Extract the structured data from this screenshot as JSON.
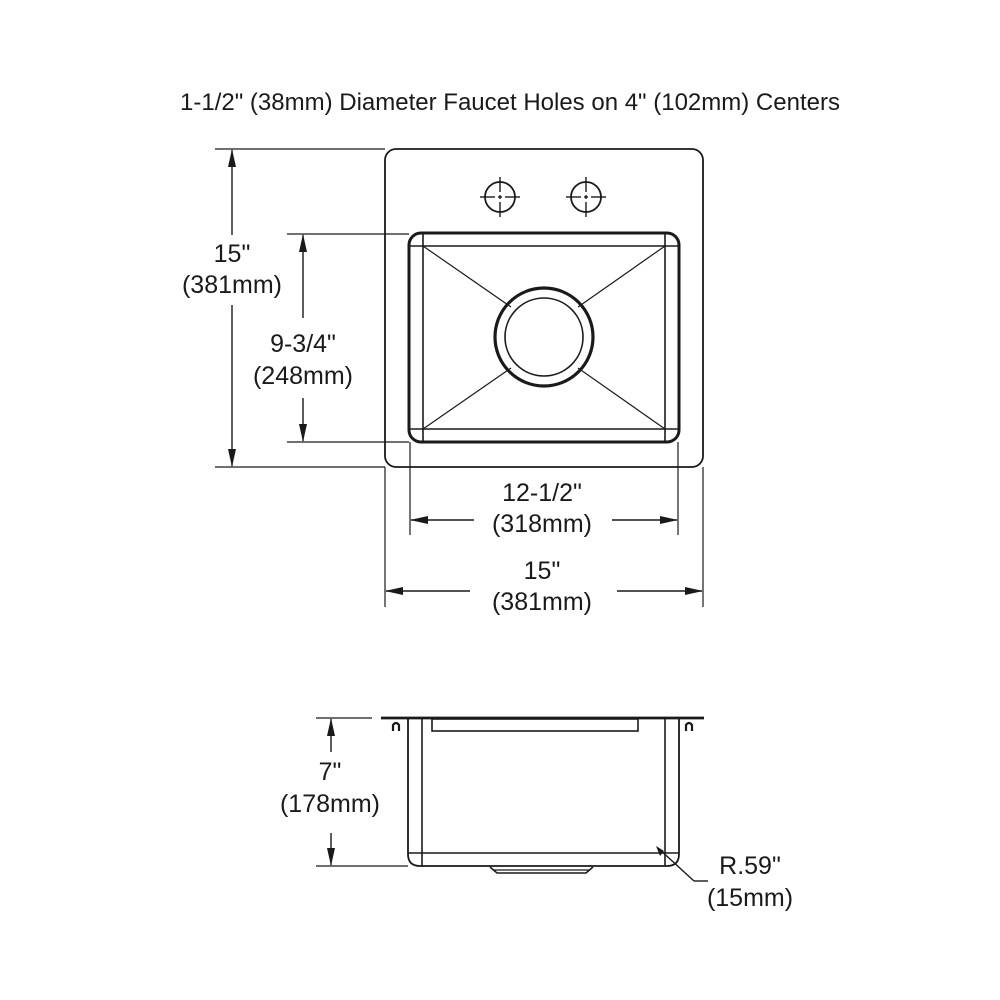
{
  "title": "1-1/2\" (38mm) Diameter Faucet Holes on 4\" (102mm) Centers",
  "top_view": {
    "overall_height": {
      "imperial": "15\"",
      "metric": "(381mm)"
    },
    "bowl_height": {
      "imperial": "9-3/4\"",
      "metric": "(248mm)"
    },
    "bowl_width": {
      "imperial": "12-1/2\"",
      "metric": "(318mm)"
    },
    "overall_width": {
      "imperial": "15\"",
      "metric": "(381mm)"
    },
    "faucet_holes": 2
  },
  "side_view": {
    "depth": {
      "imperial": "7\"",
      "metric": "(178mm)"
    },
    "corner_radius": {
      "imperial": "R.59\"",
      "metric": "(15mm)"
    }
  },
  "colors": {
    "line": "#1a1a1a",
    "background": "#ffffff"
  }
}
